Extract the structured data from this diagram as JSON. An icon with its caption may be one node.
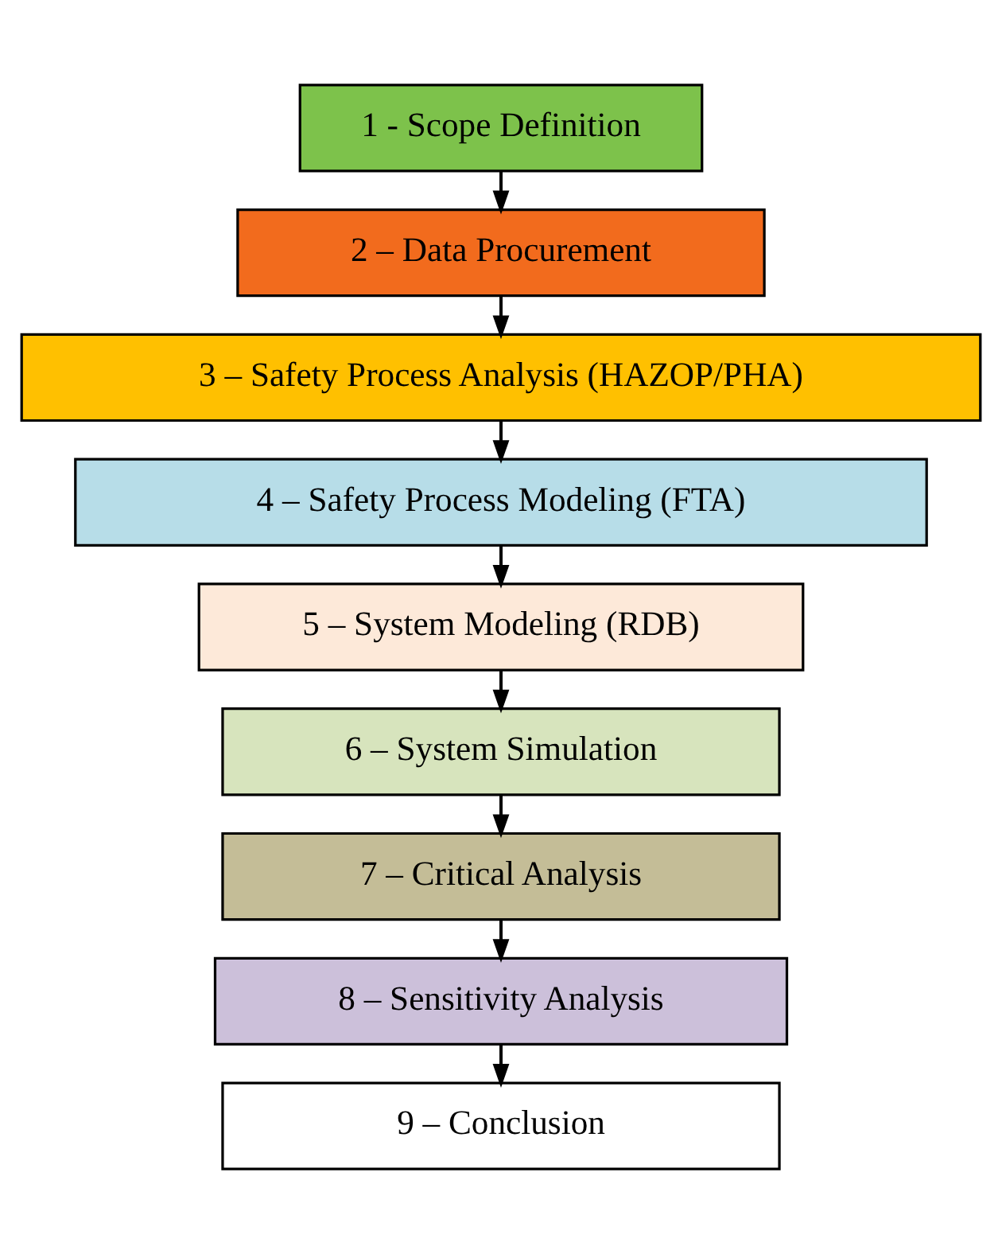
{
  "diagram": {
    "nodes": [
      {
        "text": [
          "1 - Scope Definition"
        ]
      },
      {
        "text": [
          "2 – Data Procurement"
        ]
      },
      {
        "text": [
          "3 – Safety Process Analysis (HAZOP/PHA)"
        ]
      },
      {
        "text": [
          "4 – Safety Process Modeling (FTA)"
        ]
      },
      {
        "text": [
          "5 – System Modeling (RDB)"
        ]
      },
      {
        "text": [
          "6 – System Simulation"
        ]
      },
      {
        "text": [
          "7 – Critical Analysis"
        ]
      },
      {
        "text": [
          "8 – Sensitivity Analysis"
        ]
      },
      {
        "text": [
          "9 – Conclusion"
        ]
      }
    ],
    "edges": [
      {
        "from": 0,
        "to": 1,
        "arrow": "to"
      },
      {
        "from": 1,
        "to": 2,
        "arrow": "to"
      },
      {
        "from": 2,
        "to": 3,
        "arrow": "to"
      },
      {
        "from": 3,
        "to": 4,
        "arrow": "to"
      },
      {
        "from": 4,
        "to": 5,
        "arrow": "to"
      },
      {
        "from": 5,
        "to": 6,
        "arrow": "to"
      },
      {
        "from": 6,
        "to": 7,
        "arrow": "to"
      },
      {
        "from": 7,
        "to": 8,
        "arrow": "to"
      }
    ]
  }
}
